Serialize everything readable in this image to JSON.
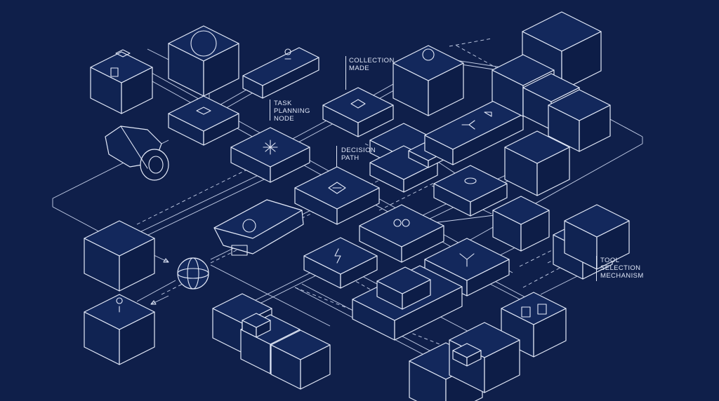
{
  "labels": {
    "collection_made": {
      "line1": "COLLECTION",
      "line2": "MADE"
    },
    "task_planning_node": {
      "line1": "TASK",
      "line2": "PLANNING",
      "line3": "NODE"
    },
    "decision_path": {
      "line1": "DECISION",
      "line2": "PATH"
    },
    "tool_selection_mechanism": {
      "line1": "TOOL",
      "line2": "SELECTION",
      "line3": "MECHANISM"
    }
  },
  "colors": {
    "background": "#0f1f4a",
    "line": "#dfe6f7"
  }
}
